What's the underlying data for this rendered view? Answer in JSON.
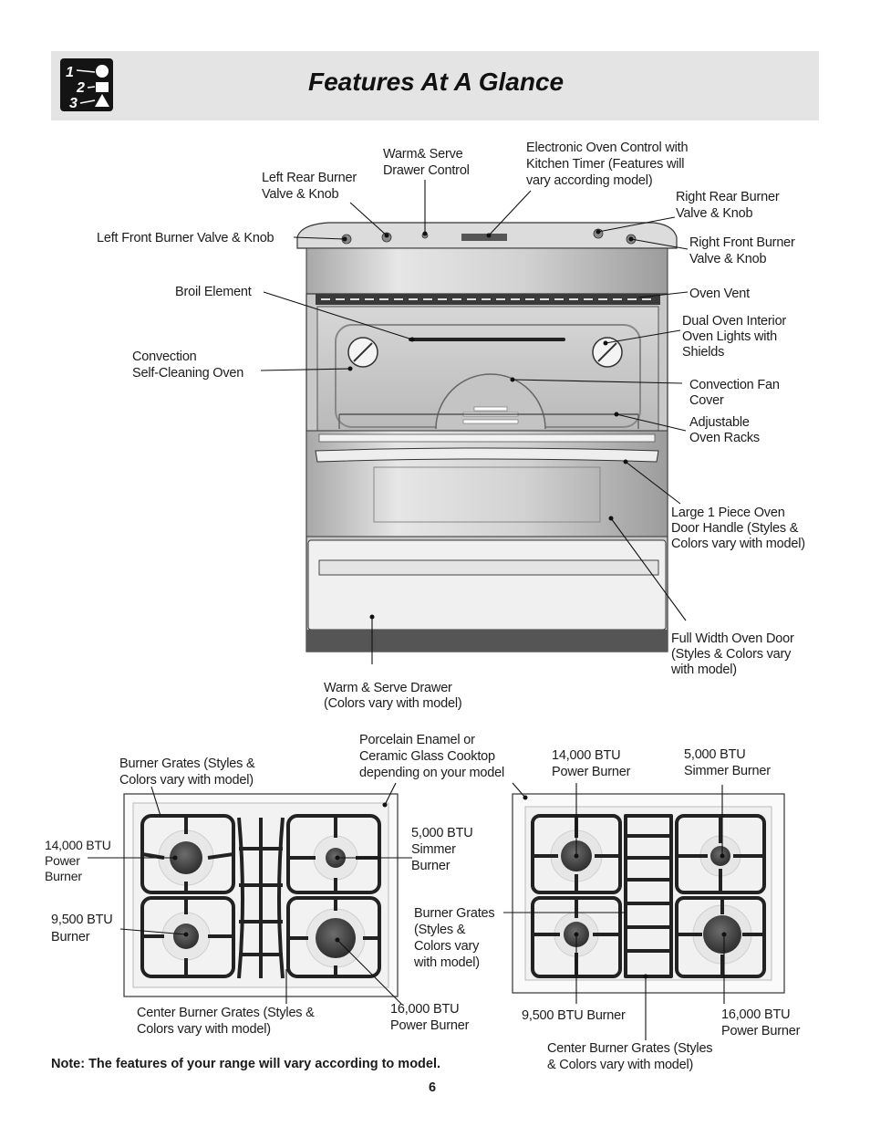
{
  "header": {
    "title": "Features At A Glance"
  },
  "logo": {
    "digits": [
      "1",
      "2",
      "3"
    ]
  },
  "range_labels": {
    "warm_serve_control": "Warm& Serve\nDrawer Control",
    "electronic_control": "Electronic Oven Control with\nKitchen Timer (Features will\nvary according model)",
    "left_rear_burner": "Left Rear Burner\nValve & Knob",
    "right_rear_burner": "Right Rear Burner\nValve & Knob",
    "left_front_burner": "Left Front Burner Valve & Knob",
    "right_front_burner": "Right Front Burner\nValve & Knob",
    "broil_element": "Broil Element",
    "oven_vent": "Oven Vent",
    "interior_lights": "Dual Oven Interior\nOven Lights with\nShields",
    "convection_oven": "Convection\nSelf-Cleaning Oven",
    "convection_fan": "Convection Fan\nCover",
    "oven_racks": "Adjustable\nOven Racks",
    "door_handle": "Large 1 Piece Oven\nDoor Handle (Styles &\nColors vary with model)",
    "oven_door": "Full Width Oven Door\n(Styles & Colors vary\nwith model)",
    "warm_drawer": "Warm & Serve Drawer\n(Colors vary with model)"
  },
  "cooktop_left_labels": {
    "cooktop_surface": "Porcelain Enamel or\nCeramic Glass Cooktop\ndepending on your model",
    "burner_grates": "Burner Grates (Styles &\nColors vary with model)",
    "power_14000": "14,000 BTU\nPower\nBurner",
    "simmer_5000": "5,000 BTU\nSimmer\nBurner",
    "burner_9500": "9,500 BTU\nBurner",
    "center_grates": "Center Burner Grates (Styles &\nColors vary with model)",
    "power_16000": "16,000 BTU\nPower Burner"
  },
  "cooktop_right_labels": {
    "power_14000": "14,000 BTU\nPower Burner",
    "simmer_5000": "5,000 BTU\nSimmer Burner",
    "burner_grates": "Burner Grates\n(Styles &\nColors vary\nwith model)",
    "burner_9500": "9,500 BTU Burner",
    "power_16000": "16,000 BTU\nPower Burner",
    "center_grates": "Center Burner Grates (Styles\n& Colors vary with model)"
  },
  "footer": {
    "note": "Note: The features of your range will vary according to model.",
    "page_number": "6"
  }
}
